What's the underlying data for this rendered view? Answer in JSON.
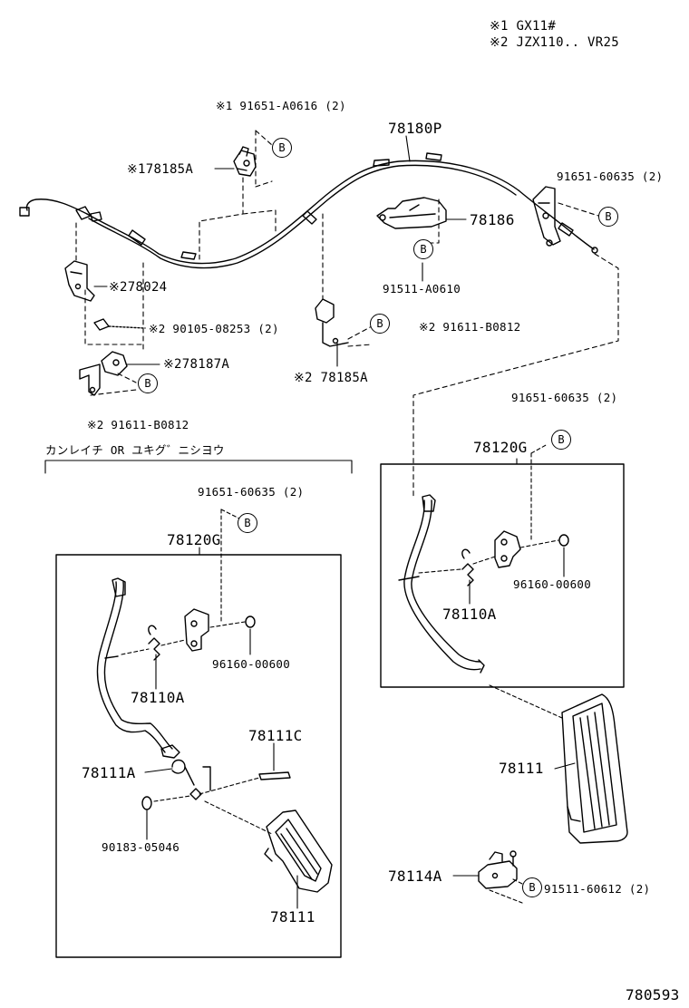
{
  "legend": {
    "line1": "※1 GX11#",
    "line2": "※2 JZX110.. VR25"
  },
  "labels": {
    "cable_assy": "78180P",
    "bolt_top": "※1 91651-A0616 (2)",
    "clamp_left_top": "※178185A",
    "bolt_right_top": "91651-60635 (2)",
    "bracket_right": "78186",
    "screw_right": "91511-A0610",
    "bracket_left": "※278024",
    "bolt_left": "※2 90105-08253 (2)",
    "bolt_mid": "※2 91611-B0812",
    "clamp_left_bottom": "※278187A",
    "clamp_mid": "※2 78185A",
    "bolt_left_bottom": "※2 91611-B0812",
    "section_left_title": "カンレイチ  OR  ユキグ゛ニシヨウ",
    "left_bolt": "91651-60635 (2)",
    "left_pedal_assy": "78120G",
    "left_spring": "78110A",
    "left_nut": "96160-00600",
    "left_pin": "78111C",
    "left_clip": "78111A",
    "left_bushing": "90183-05046",
    "left_pad": "78111",
    "right_bolt": "91651-60635 (2)",
    "right_pedal_assy": "78120G",
    "right_spring": "78110A",
    "right_nut": "96160-00600",
    "right_pad": "78111",
    "stopper": "78114A",
    "stopper_screw": "91511-60612 (2)",
    "figure_number": "780593"
  },
  "callout_letter": "B"
}
